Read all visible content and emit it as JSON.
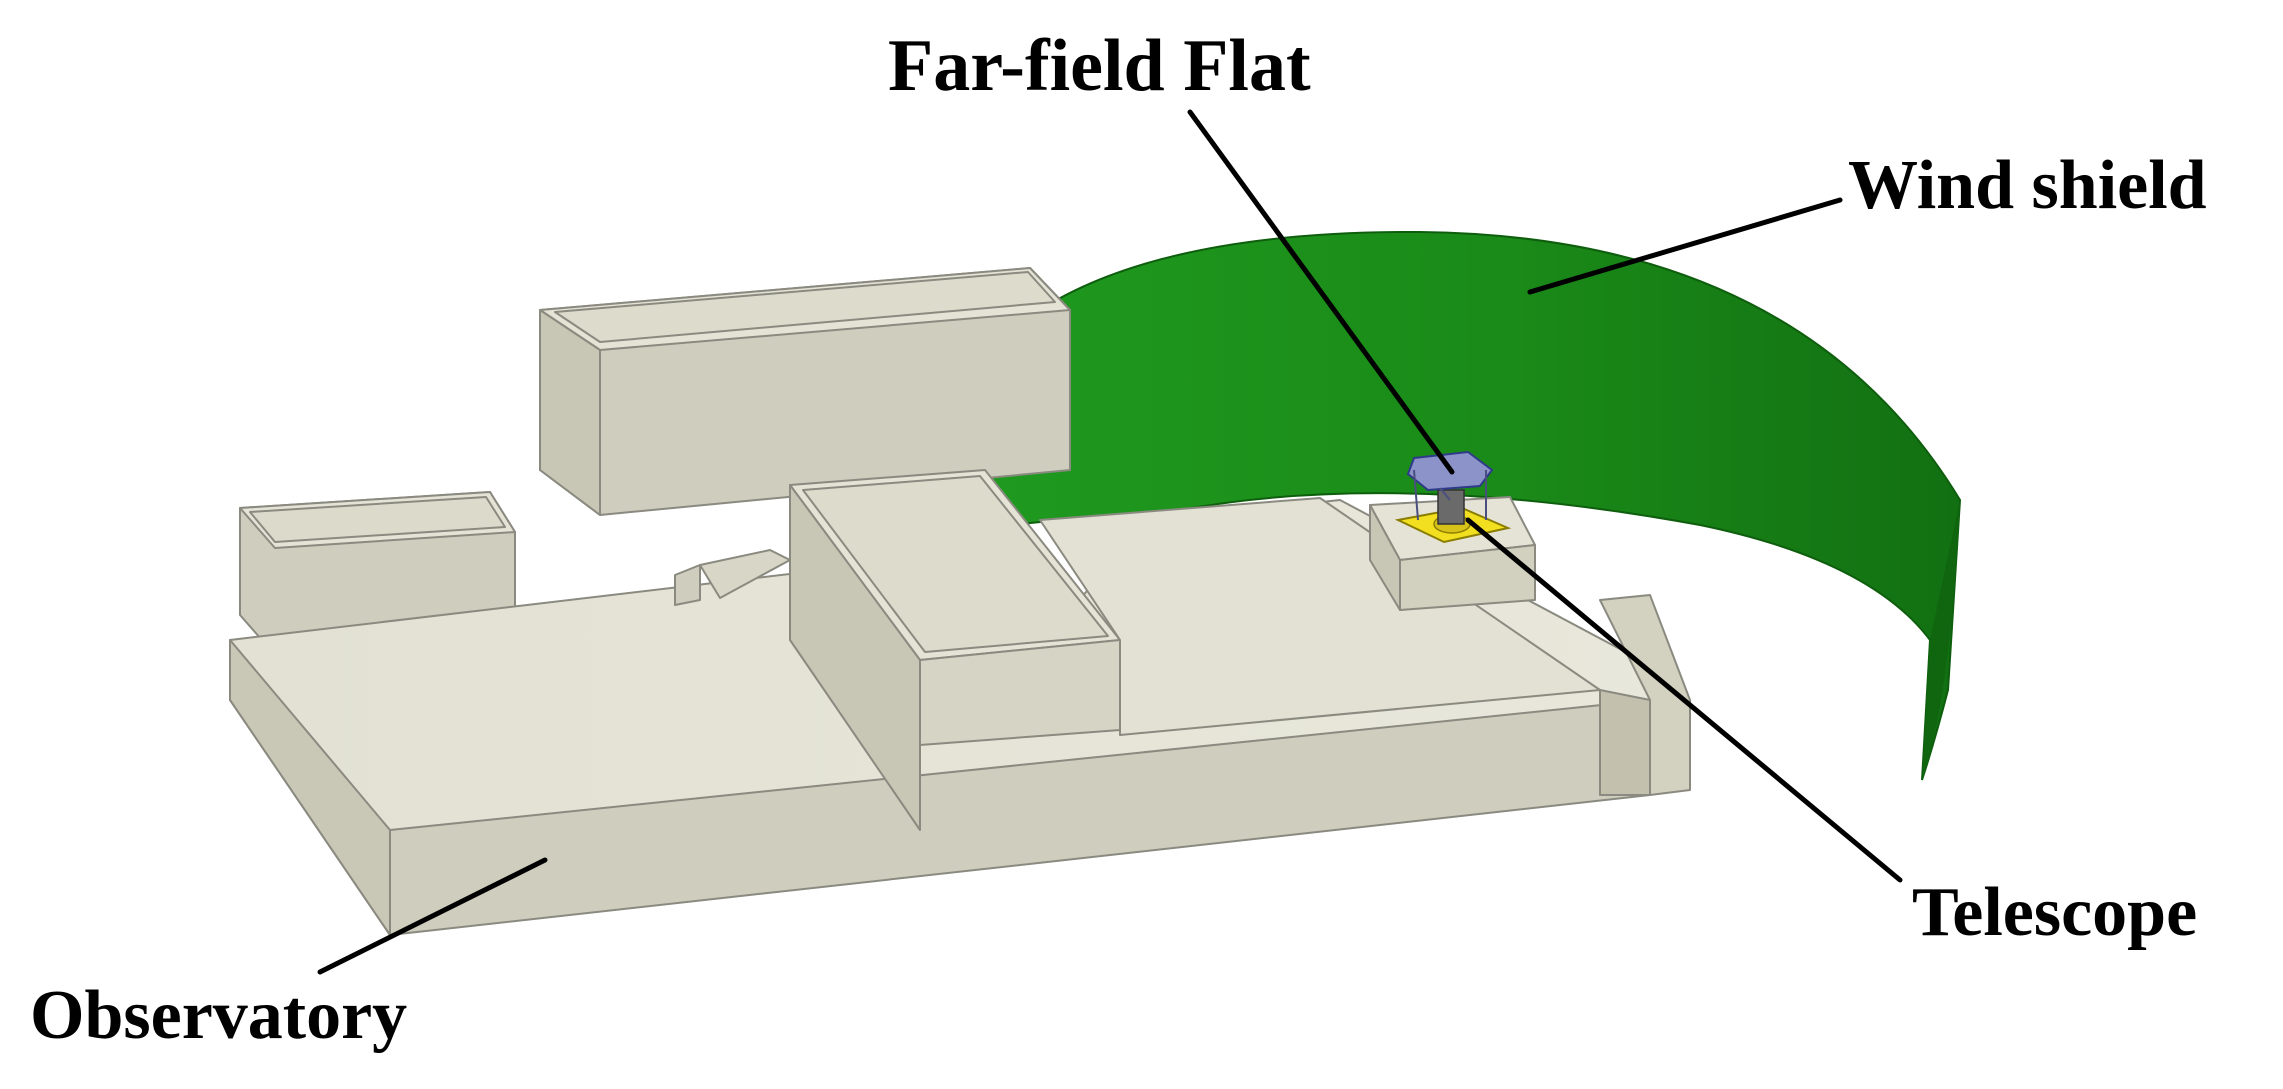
{
  "labels": {
    "far_field_flat": "Far-field Flat",
    "wind_shield": "Wind shield",
    "telescope": "Telescope",
    "observatory": "Observatory"
  },
  "colors": {
    "background": "#ffffff",
    "building_top": "#e4e3d6",
    "building_side": "#cfcdbd",
    "building_dark": "#bdbba9",
    "wind_shield_outer": "#1e8e1e",
    "wind_shield_inner": "#14700f",
    "telescope_plate": "#f2e020",
    "telescope_body": "#6a6a6a",
    "mirror": "#8b93c9",
    "leader_line": "#000000"
  },
  "icons": [
    "wind-shield-shape",
    "observatory-building-shape",
    "telescope-shape",
    "far-field-flat-shape"
  ]
}
